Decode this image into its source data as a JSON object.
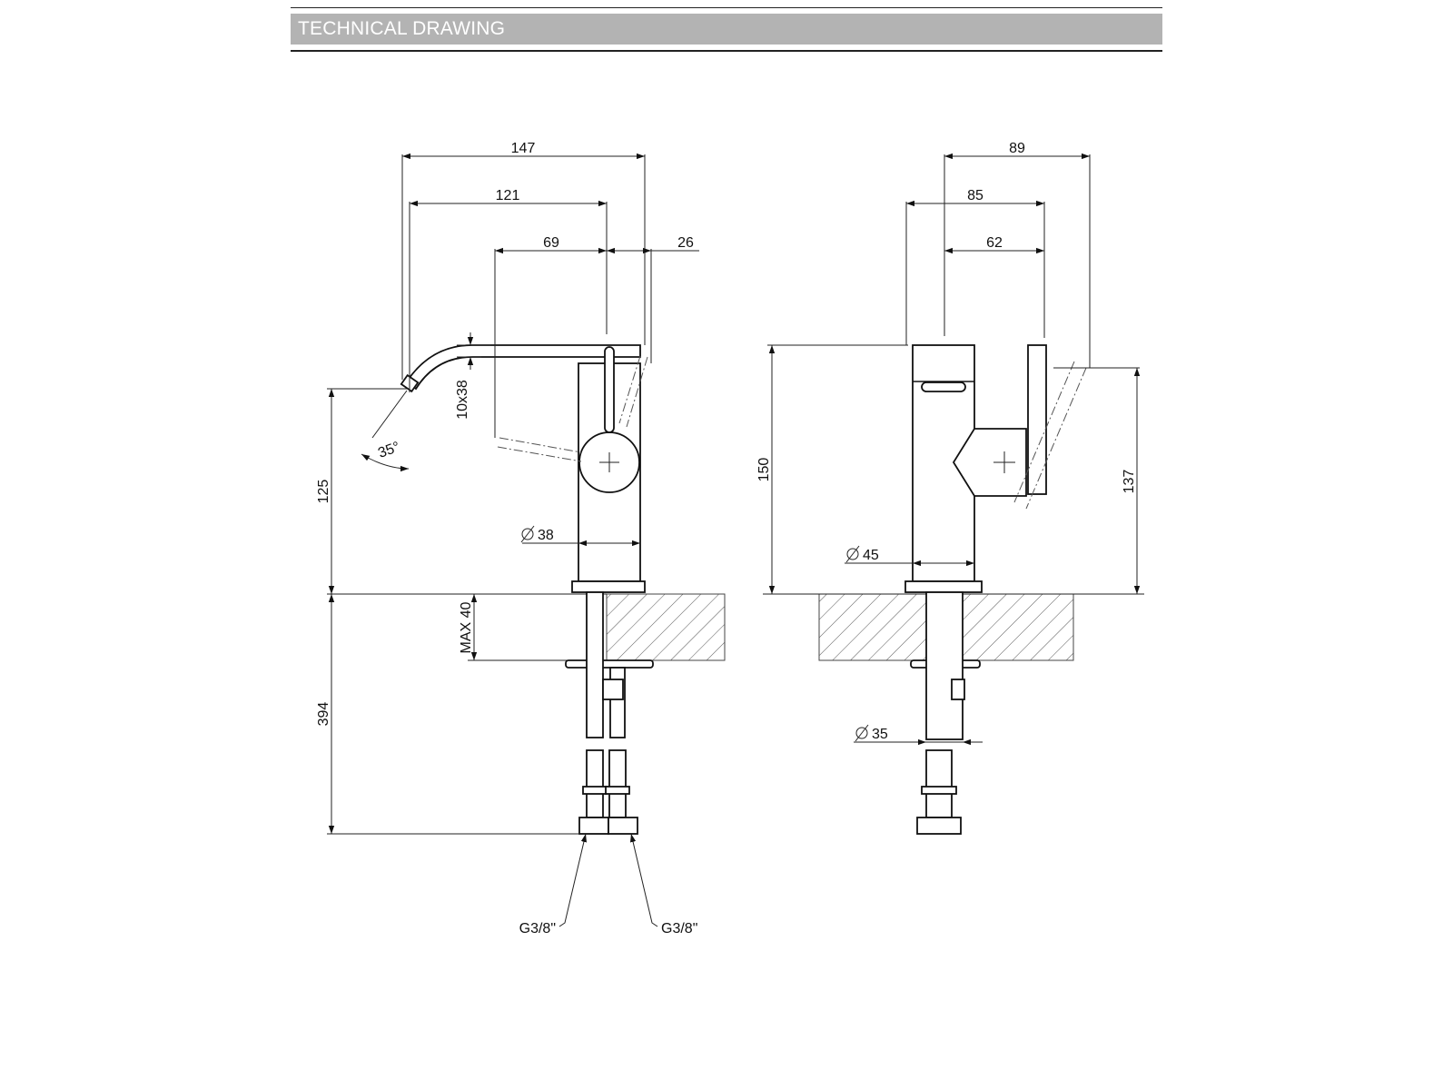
{
  "header": {
    "title": "TECHNICAL DRAWING"
  },
  "front_view": {
    "dimensions": {
      "overall_width": "147",
      "spout_reach": "121",
      "lever_to_center": "69",
      "lever_offset": "26",
      "spout_section": "10x38",
      "angle": "35°",
      "spout_height": "125",
      "body_diameter": "38",
      "max_thickness": "MAX 40",
      "hose_length": "394"
    },
    "connections": {
      "left": "G3/8\"",
      "right": "G3/8\""
    }
  },
  "side_view": {
    "dimensions": {
      "overall_depth": "89",
      "body_depth": "85",
      "lever_depth": "62",
      "overall_height": "150",
      "handle_height": "137",
      "body_diameter": "45",
      "shank_diameter": "35"
    }
  }
}
